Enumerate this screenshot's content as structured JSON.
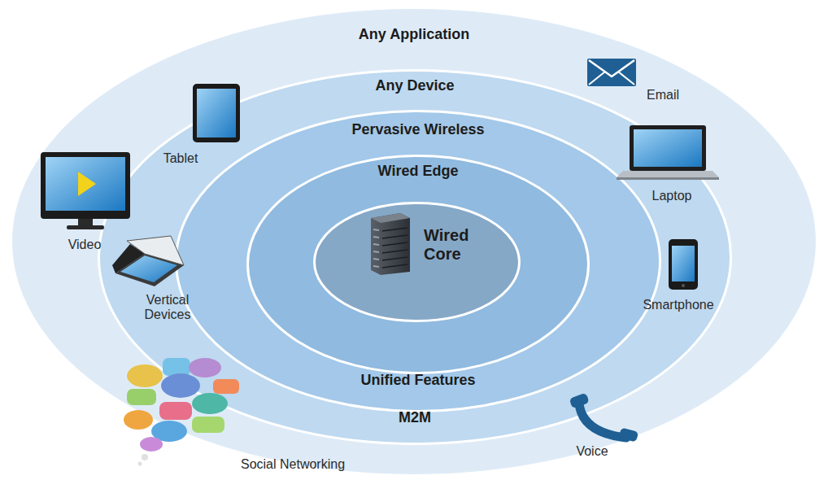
{
  "diagram": {
    "nodes": [
      {
        "text": [
          "Any Application"
        ]
      },
      {
        "text": [
          "Any Device",
          "M2M"
        ],
        "in": 0
      },
      {
        "text": [
          "Pervasive Wireless",
          "Unified Features"
        ],
        "in": 1
      },
      {
        "text": [
          "Wired Edge"
        ],
        "in": 2
      },
      {
        "text": [
          "Wired Core"
        ],
        "in": 3
      }
    ],
    "labels": [
      "Email",
      "Tablet",
      "Laptop",
      "Video",
      "Smartphone",
      "Vertical Devices",
      "Social Networking",
      "Voice"
    ]
  }
}
